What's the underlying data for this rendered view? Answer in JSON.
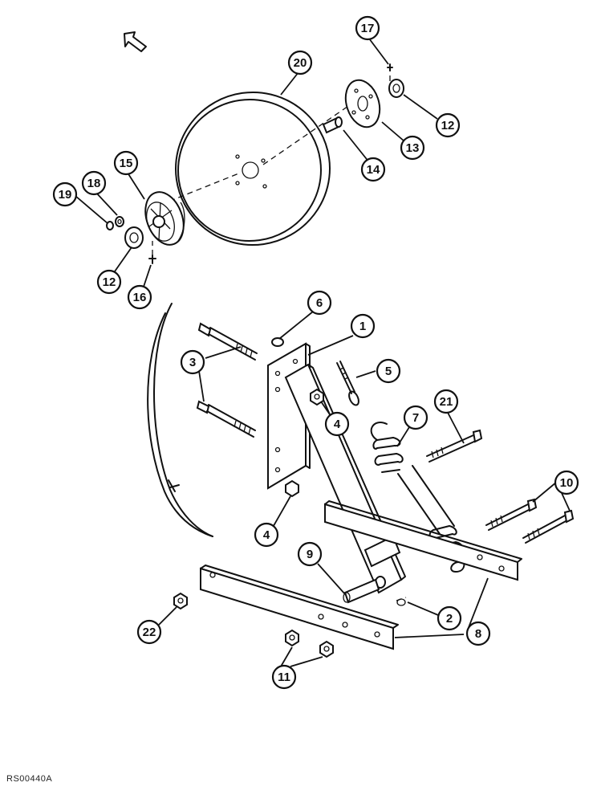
{
  "callouts": {
    "c1": "1",
    "c2": "2",
    "c3": "3",
    "c4a": "4",
    "c4b": "4",
    "c5": "5",
    "c6": "6",
    "c7": "7",
    "c8": "8",
    "c9": "9",
    "c10": "10",
    "c11": "11",
    "c12a": "12",
    "c12b": "12",
    "c13": "13",
    "c14": "14",
    "c15": "15",
    "c16": "16",
    "c17": "17",
    "c18": "18",
    "c19": "19",
    "c20": "20",
    "c21": "21",
    "c22": "22"
  },
  "figure_code": "RS00440A"
}
